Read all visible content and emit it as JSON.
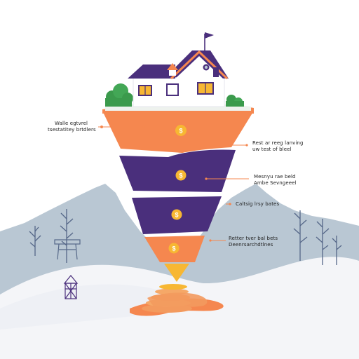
{
  "palette": {
    "orange": "#F5874F",
    "purple": "#4A2F7C",
    "coin": "#F7B733",
    "mountain": "#B9C7D3",
    "snow": "#F6F7FA",
    "house_wall": "#FFFFFF",
    "house_roof": "#4A2F7C",
    "tree": "#3B9A4C",
    "bare_tree": "#556788"
  },
  "icons": [
    "flag-icon",
    "house-icon",
    "coin-icon",
    "bush-icon",
    "bare-tree-icon",
    "cabin-icon",
    "coin-stack-icon"
  ],
  "annotations": [
    {
      "line1": "Walle egtvrel",
      "line2": "tsestatitey brtdlers",
      "color": "#222222"
    },
    {
      "line1": "Rest ar reeg lanving",
      "line2": "uw test of bleel",
      "color": "#222222"
    },
    {
      "line1": "Mesnyu rae beld",
      "line2": "Ambe Sevngeeel",
      "color": "#222222"
    },
    {
      "line1": "Caltsig lrsy bates",
      "line2": "",
      "color": "#222222"
    },
    {
      "line1": "Retter tver bal bets",
      "line2": "Deenrsarchdtlnes",
      "color": "#222222"
    }
  ]
}
